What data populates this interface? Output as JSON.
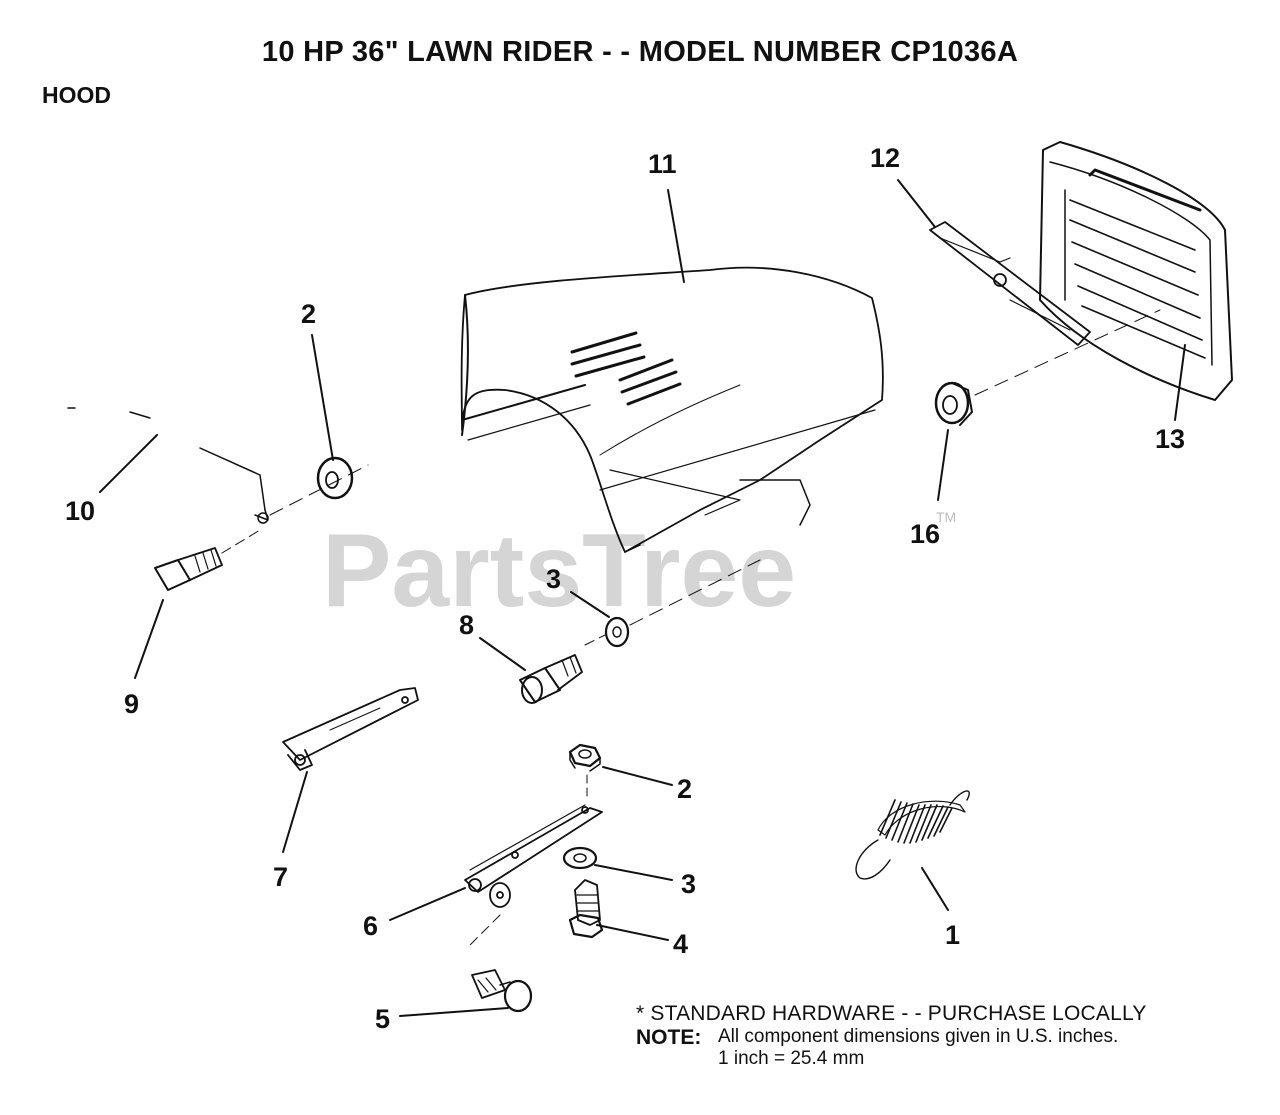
{
  "title": "10 HP 36\" LAWN RIDER - - MODEL NUMBER CP1036A",
  "section": "HOOD",
  "watermark": {
    "text": "PartsTree",
    "tm": "TM"
  },
  "callouts": {
    "c11": "11",
    "c12": "12",
    "c13": "13",
    "c16": "16",
    "c2a": "2",
    "c10": "10",
    "c9": "9",
    "c3a": "3",
    "c8": "8",
    "c7": "7",
    "c2b": "2",
    "c3b": "3",
    "c4": "4",
    "c6": "6",
    "c5": "5",
    "c1": "1"
  },
  "notes": {
    "standard_hardware": "* STANDARD HARDWARE - - PURCHASE LOCALLY",
    "note_label": "NOTE:",
    "note_line1": "All component dimensions given in U.S. inches.",
    "note_line2": "1 inch = 25.4 mm"
  }
}
